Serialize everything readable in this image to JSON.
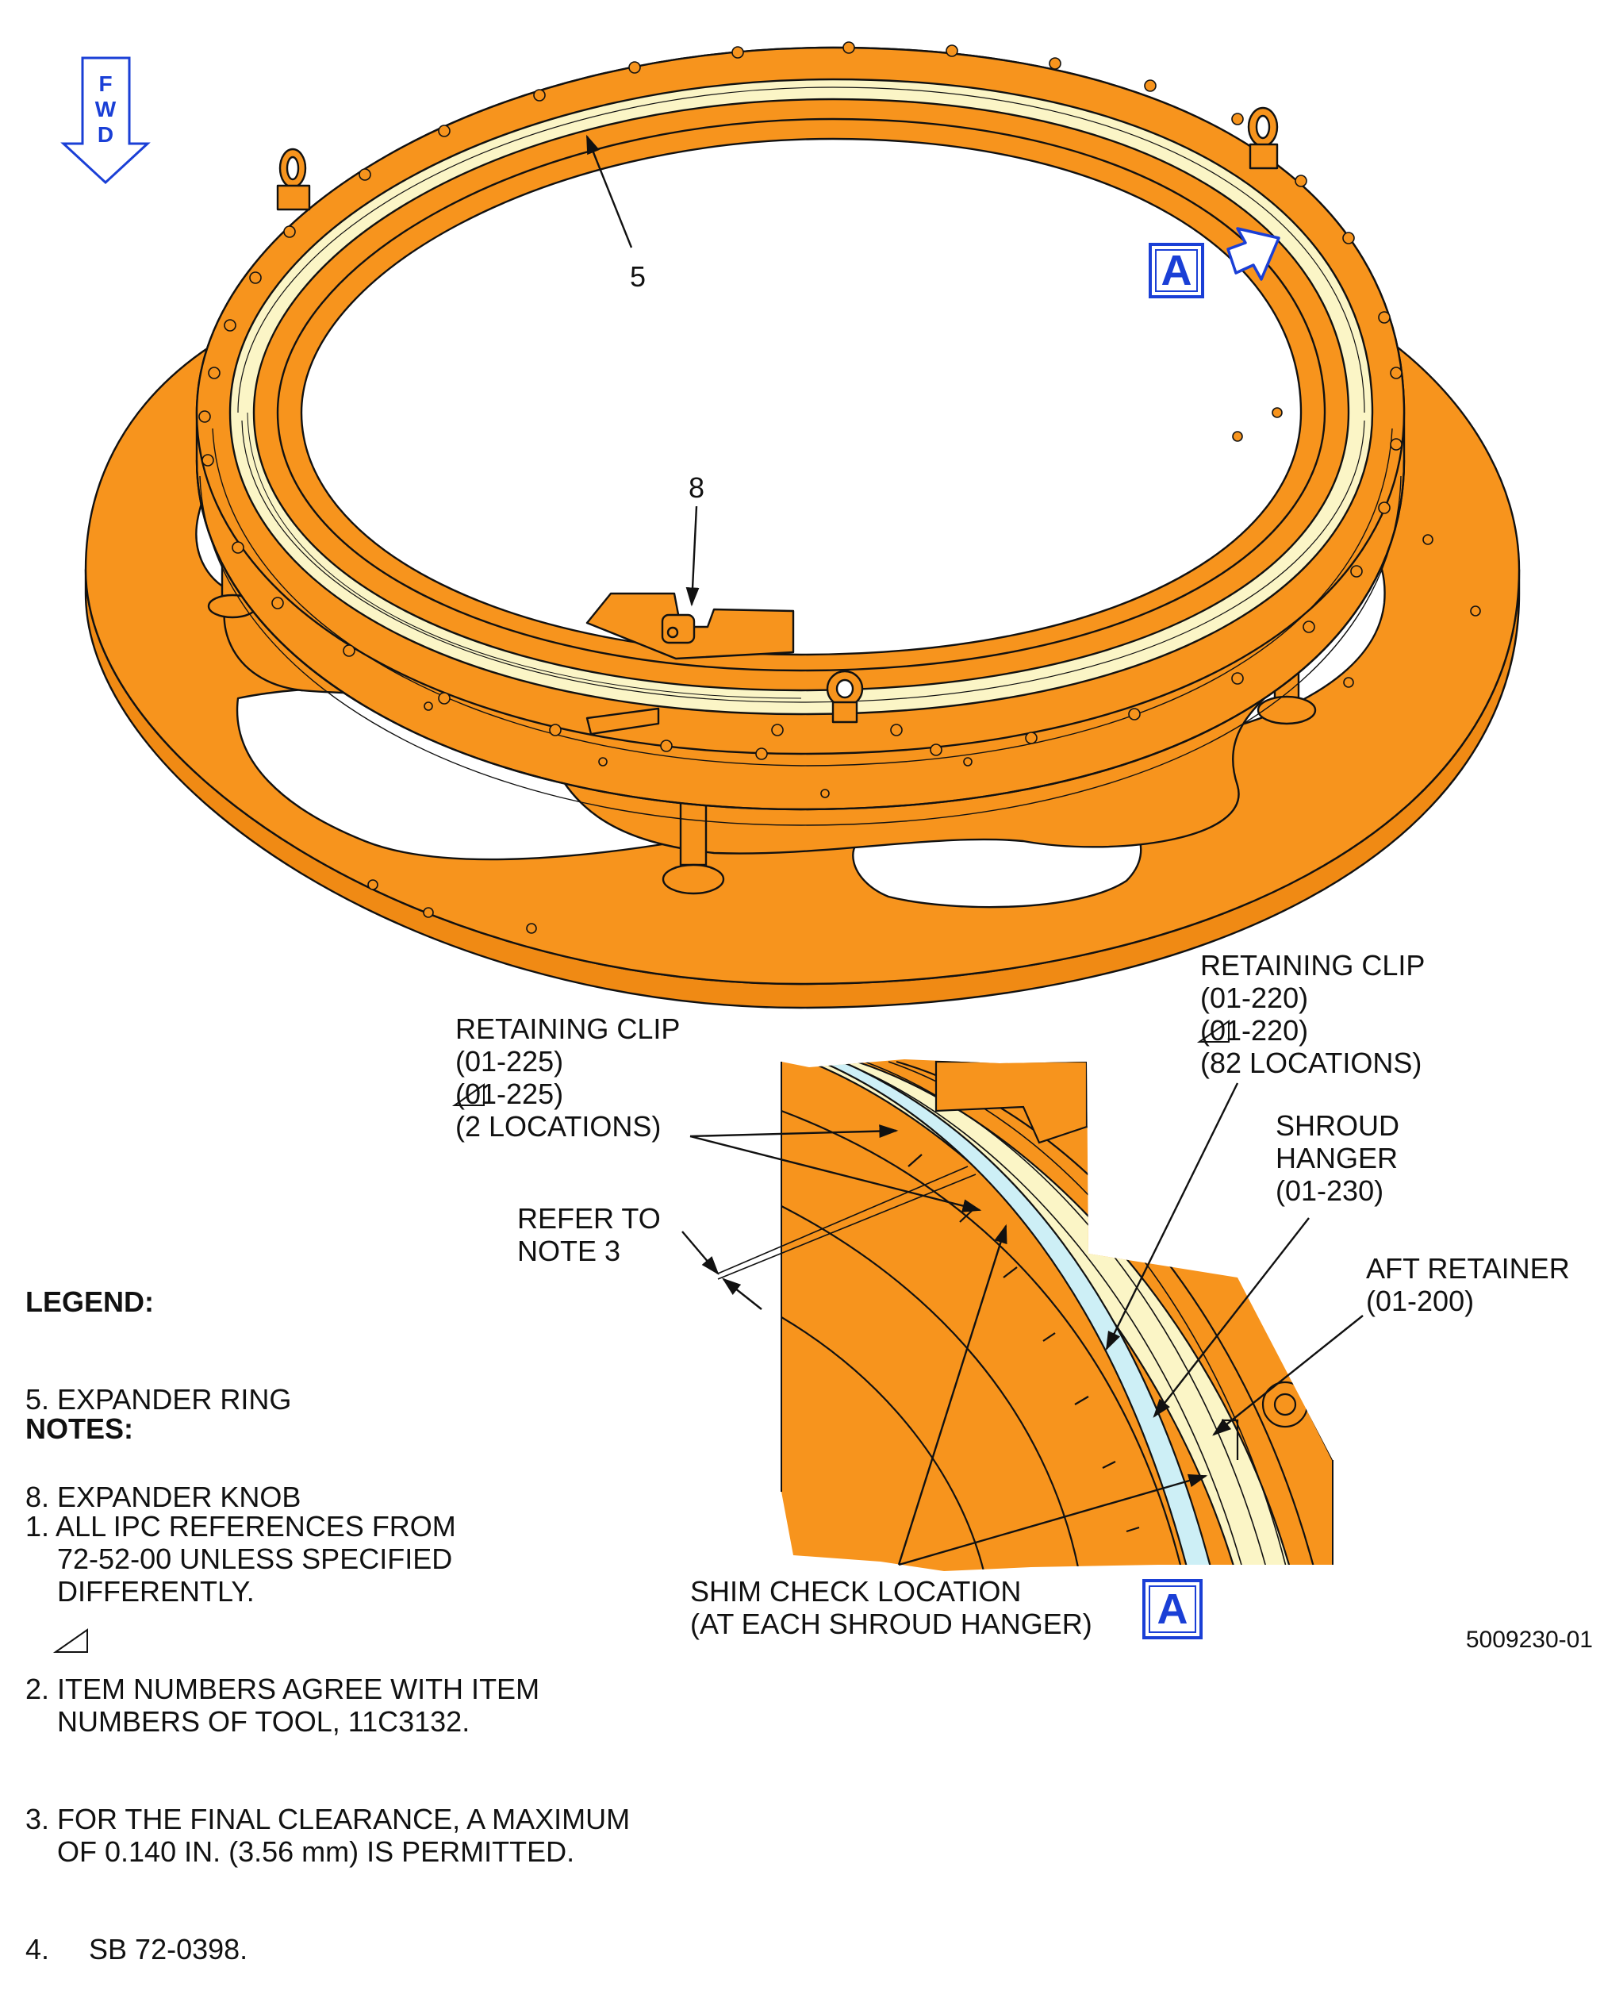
{
  "fwd_indicator": {
    "letters": [
      "F",
      "W",
      "D"
    ]
  },
  "callouts": {
    "item_5": "5",
    "item_8": "8"
  },
  "view_badge": "A",
  "detail_labels": {
    "retaining_clip_225": "RETAINING CLIP\n(01-225)\n(01-225)\n(2 LOCATIONS)",
    "retaining_clip_220": "RETAINING CLIP\n(01-220)\n(01-220)\n(82 LOCATIONS)",
    "shroud_hanger": "SHROUD\nHANGER\n(01-230)",
    "aft_retainer": "AFT RETAINER\n(01-200)",
    "refer_note": "REFER TO\nNOTE 3",
    "shim_check": "SHIM CHECK LOCATION\n(AT EACH SHROUD HANGER)"
  },
  "legend": {
    "title": "LEGEND:",
    "items": [
      "5. EXPANDER RING",
      "8. EXPANDER KNOB"
    ]
  },
  "notes": {
    "title": "NOTES:",
    "items": [
      "1. ALL IPC REFERENCES FROM\n    72-52-00 UNLESS SPECIFIED\n    DIFFERENTLY.",
      "2. ITEM NUMBERS AGREE WITH ITEM\n    NUMBERS OF TOOL, 11C3132.",
      "3. FOR THE FINAL CLEARANCE, A MAXIMUM\n    OF 0.140 IN. (3.56 mm) IS PERMITTED.",
      "4.     SB 72-0398."
    ]
  },
  "figure_number": "5009230-01",
  "colors": {
    "tool_orange": "#f7941d",
    "part_cream": "#fbf5c6",
    "hanger_blue": "#cdeff6",
    "callout_blue": "#1a3fd6",
    "line": "#111111"
  }
}
